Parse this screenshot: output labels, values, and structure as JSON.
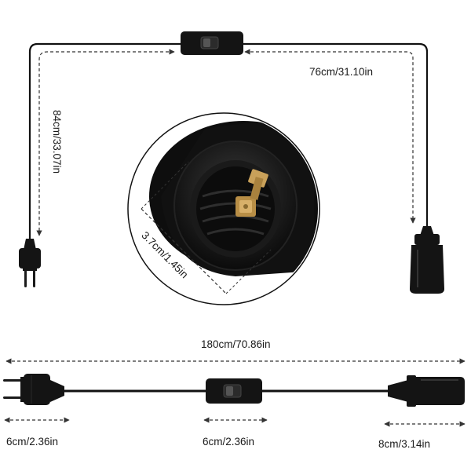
{
  "dimensions": {
    "cord_to_switch": "76cm/31.10in",
    "plug_cord": "84cm/33.07in",
    "socket_inner": "3.7cm/1.45in",
    "total_length": "180cm/70.86in",
    "plug_length": "6cm/2.36in",
    "switch_length": "6cm/2.36in",
    "socket_length": "8cm/3.14in"
  },
  "colors": {
    "cable": "#111111",
    "device": "#141414",
    "brass": "#c9a15a",
    "dashed": "#333333"
  },
  "icons": [
    "plug-icon",
    "switch-icon",
    "socket-icon"
  ]
}
